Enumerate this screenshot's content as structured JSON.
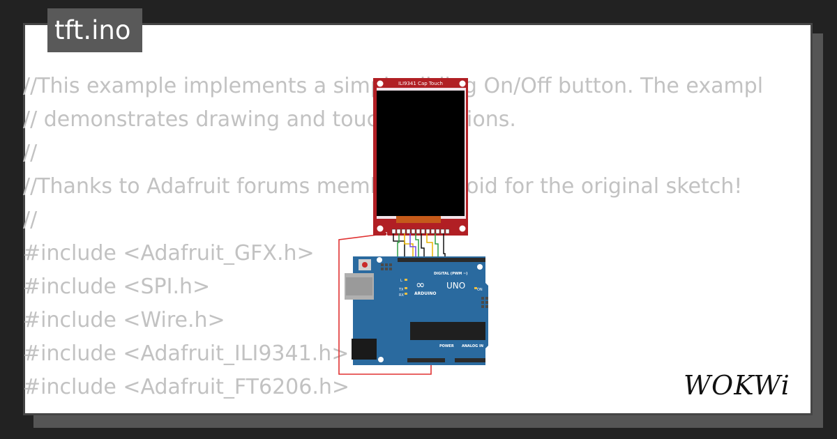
{
  "file_tab": {
    "label": "tft.ino"
  },
  "code_lines": [
    "//This example implements a simple sliding On/Off button. The exampl",
    "// demonstrates drawing and touch operations.",
    "//",
    "//Thanks to Adafruit forums member Asteroid for the original sketch!",
    "//",
    "#include <Adafruit_GFX.h>",
    "#include <SPI.h>",
    "#include <Wire.h>",
    "#include <Adafruit_ILI9341.h>",
    "#include <Adafruit_FT6206.h>"
  ],
  "display": {
    "label": "ILI9341 Cap Touch",
    "pin_one_label": "1"
  },
  "arduino": {
    "uno_label": "UNO",
    "brand_label": "ARDUINO",
    "digital_label": "DIGITAL (PWM ~)",
    "power_label": "POWER",
    "analog_label": "ANALOG IN",
    "tx_label": "TX",
    "rx_label": "RX",
    "l_label": "L",
    "on_label": "ON"
  },
  "brand": {
    "logo_text": "WOKWi"
  },
  "colors": {
    "background": "#222222",
    "card": "#ffffff",
    "tab": "#595959",
    "code_text": "#c2c2c2",
    "board_blue": "#2a6a9f",
    "display_red": "#b11f24",
    "wire_red": "#e03131"
  }
}
